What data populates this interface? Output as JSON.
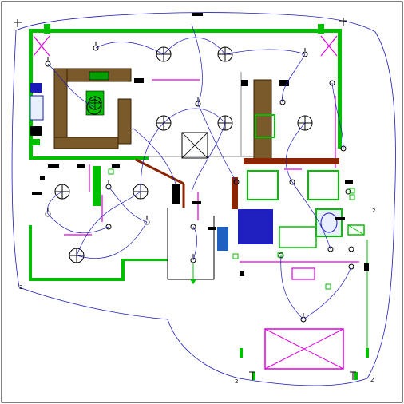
{
  "drawing": {
    "circuit_labels": {
      "left_lower": "2",
      "right_upper": "2",
      "bottom_left": "2",
      "bottom_right": "2"
    }
  },
  "colors": {
    "frame": "#000000",
    "wall": "#00c000",
    "wiring": "#1a1ab8",
    "magenta": "#e000e0",
    "brown": "#8b2500",
    "fill_dark": "#3a3a3a",
    "cyan": "#00c8c8"
  }
}
